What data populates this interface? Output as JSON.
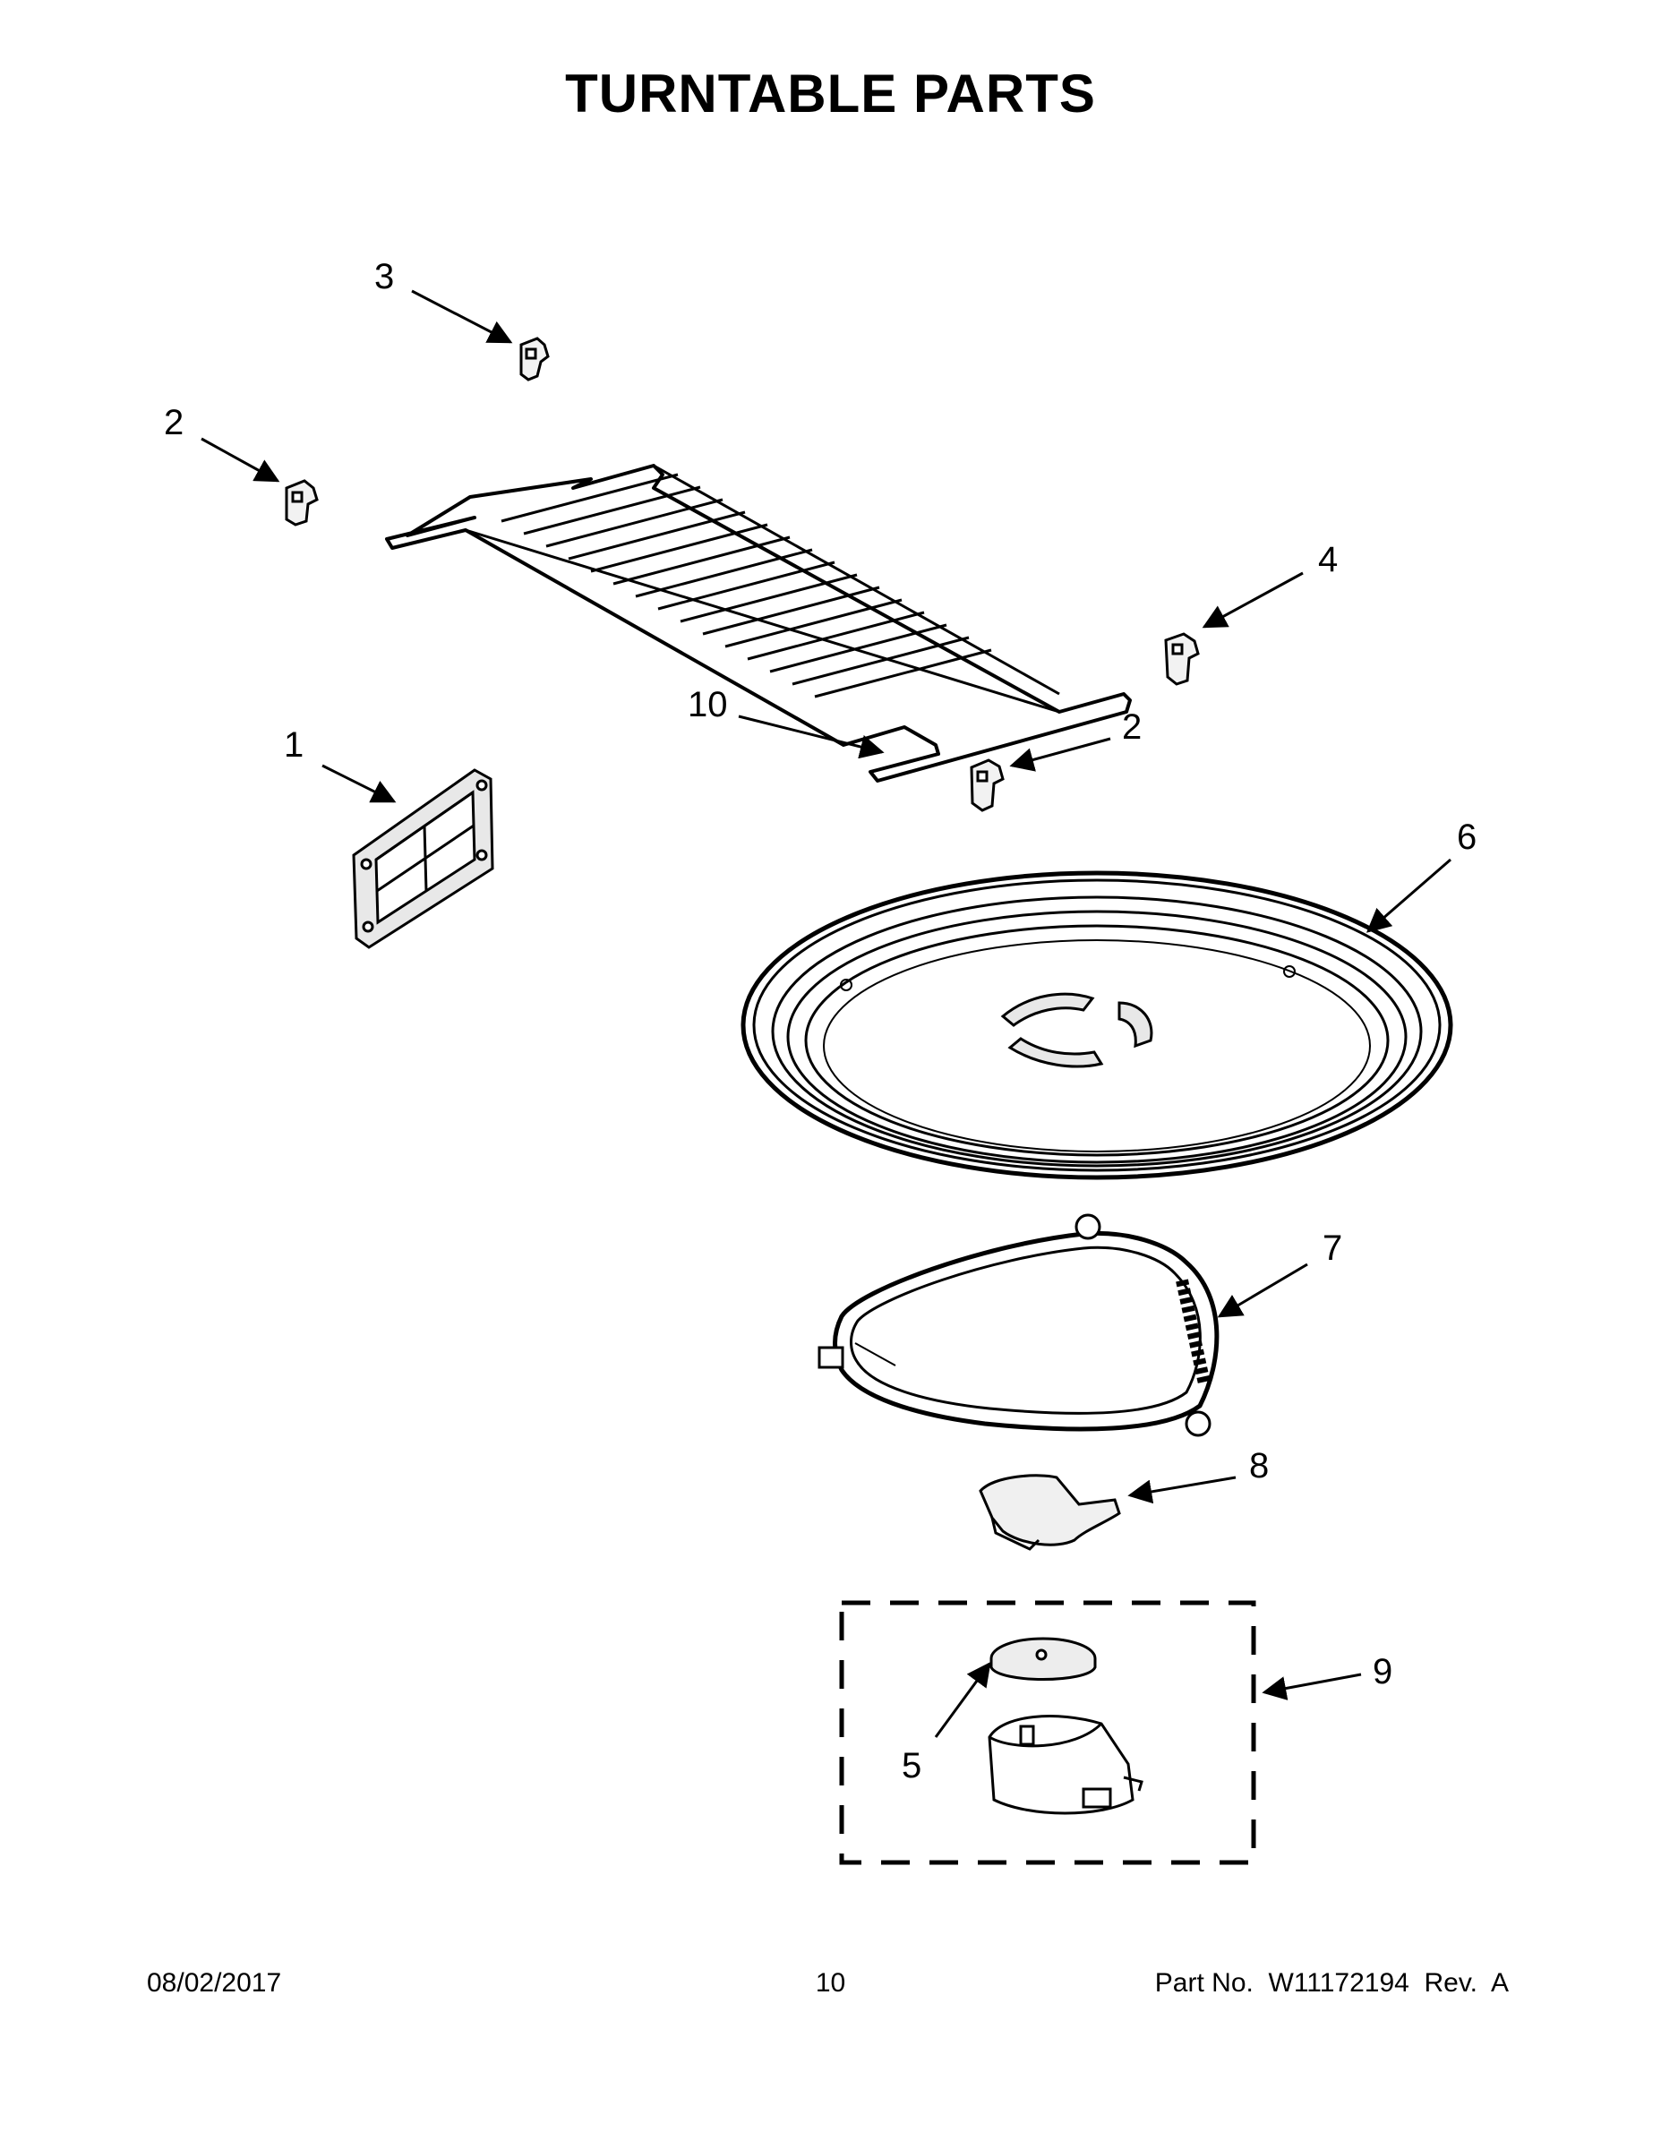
{
  "title": "TURNTABLE PARTS",
  "callouts": {
    "c1": "1",
    "c2a": "2",
    "c2b": "2",
    "c3": "3",
    "c4": "4",
    "c5": "5",
    "c6": "6",
    "c7": "7",
    "c8": "8",
    "c9": "9",
    "c10": "10"
  },
  "footer": {
    "date": "08/02/2017",
    "page": "10",
    "part": "Part No.  W11172194  Rev.  A"
  }
}
